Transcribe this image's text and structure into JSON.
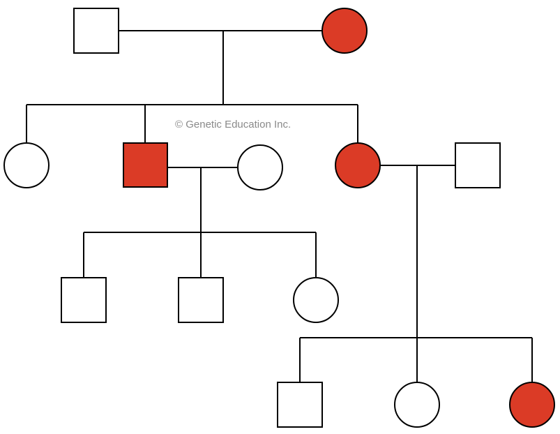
{
  "watermark": "© Genetic Education Inc.",
  "colors": {
    "affected": "#db3b26",
    "unaffected": "#ffffff",
    "line": "#000000"
  },
  "legend_semantics": {
    "square": "male",
    "circle": "female",
    "filled": "affected"
  },
  "pedigree": {
    "generation_1": [
      {
        "id": "I-1",
        "sex": "male",
        "affected": false
      },
      {
        "id": "I-2",
        "sex": "female",
        "affected": true
      }
    ],
    "generation_2": [
      {
        "id": "II-1",
        "sex": "female",
        "affected": false
      },
      {
        "id": "II-2",
        "sex": "male",
        "affected": true,
        "spouse": "II-3"
      },
      {
        "id": "II-3",
        "sex": "female",
        "affected": false,
        "married_in": true
      },
      {
        "id": "II-4",
        "sex": "female",
        "affected": true,
        "spouse": "II-5"
      },
      {
        "id": "II-5",
        "sex": "male",
        "affected": false,
        "married_in": true
      }
    ],
    "generation_3": [
      {
        "id": "III-1",
        "sex": "male",
        "affected": false,
        "parents": [
          "II-2",
          "II-3"
        ]
      },
      {
        "id": "III-2",
        "sex": "male",
        "affected": false,
        "parents": [
          "II-2",
          "II-3"
        ]
      },
      {
        "id": "III-3",
        "sex": "female",
        "affected": false,
        "parents": [
          "II-2",
          "II-3"
        ]
      },
      {
        "id": "III-4",
        "sex": "male",
        "affected": false,
        "parents": [
          "II-4",
          "II-5"
        ]
      },
      {
        "id": "III-5",
        "sex": "female",
        "affected": false,
        "parents": [
          "II-4",
          "II-5"
        ]
      },
      {
        "id": "III-6",
        "sex": "female",
        "affected": true,
        "parents": [
          "II-4",
          "II-5"
        ]
      }
    ]
  }
}
